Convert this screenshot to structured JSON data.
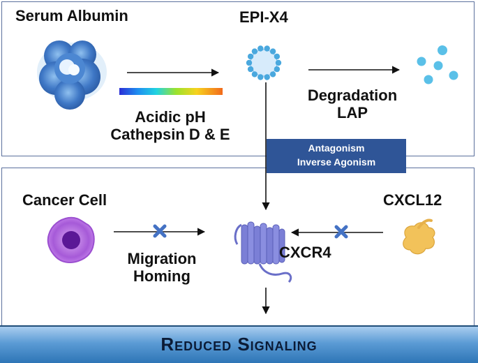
{
  "top": {
    "albumin_label": "Serum Albumin",
    "epi_label": "EPI-X4",
    "conditions": [
      "Acidic pH",
      "Cathepsin D & E"
    ],
    "degradation": [
      "Degradation",
      "LAP"
    ]
  },
  "mechanism": [
    "Antagonism",
    "Inverse Agonism"
  ],
  "bottom": {
    "cancer_label": "Cancer Cell",
    "cxcl12_label": "CXCL12",
    "migration": [
      "Migration",
      "Homing"
    ],
    "receptor_label": "CXCR4"
  },
  "footer": "Reduced Signaling",
  "colors": {
    "panel_border": "#5a6f9c",
    "mechanism_box": "#2f5597",
    "block_mark": "#4472c4",
    "cancer_cell": "#7b2fbf",
    "receptor": "#7b7fd6",
    "cxcl12": "#f2c25a",
    "albumin": "#3f78c6"
  },
  "icons": [
    "albumin-protein-icon",
    "epi-x4-peptide-icon",
    "degraded-fragments-icon",
    "cancer-cell-icon",
    "cxcr4-receptor-icon",
    "cxcl12-chemokine-icon"
  ]
}
